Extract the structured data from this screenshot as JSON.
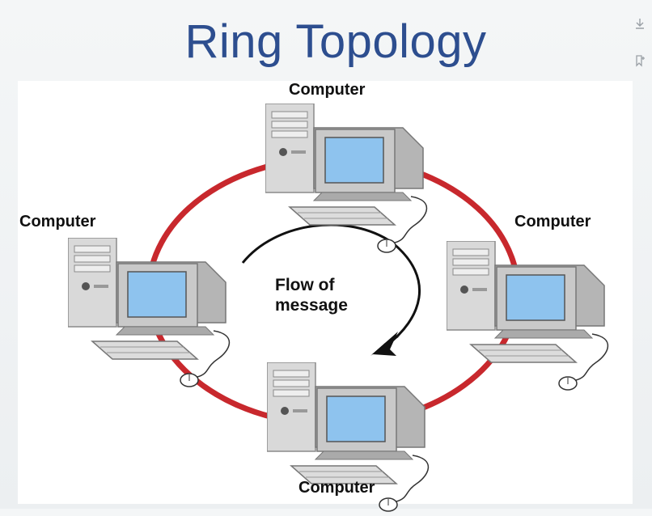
{
  "title": "Ring Topology",
  "diagram": {
    "nodes": [
      {
        "id": "top",
        "label": "Computer"
      },
      {
        "id": "left",
        "label": "Computer"
      },
      {
        "id": "right",
        "label": "Computer"
      },
      {
        "id": "bottom",
        "label": "Computer"
      }
    ],
    "flow_label_line1": "Flow of",
    "flow_label_line2": "message",
    "ring_color": "#c8282d"
  },
  "toolbar": {
    "download_icon": "download-icon",
    "bookmark_icon": "bookmark-icon"
  }
}
